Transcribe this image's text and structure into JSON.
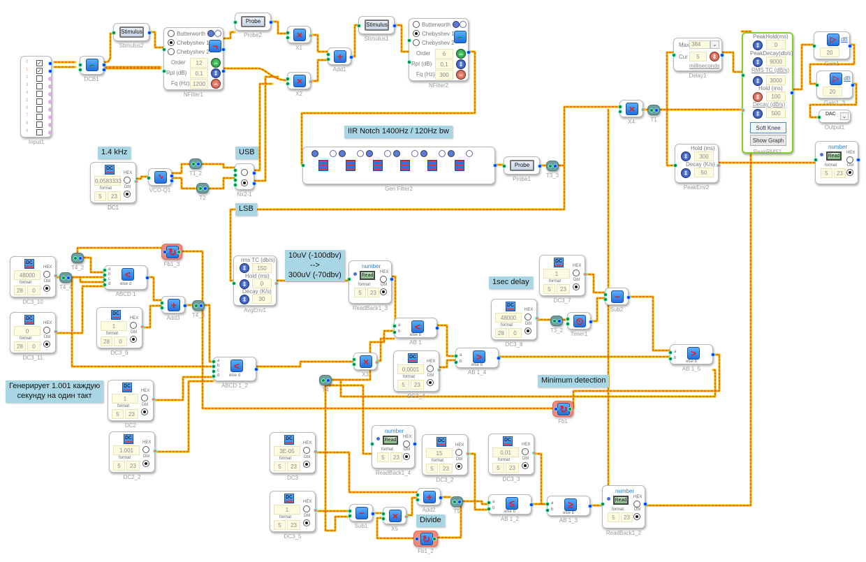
{
  "notes": {
    "iir_notch": "IIR Notch 1400Hz / 120Hz bw",
    "freq": "1.4 kHz",
    "usb": "USB",
    "lsb": "LSB",
    "range": "10uV (-100dbv)\n-->\n300uV (-70dbv)",
    "delay": "1sec delay",
    "min_detect": "Minimum detection",
    "russian": "Генерирует 1.001 каждую\nсекунду на один такт",
    "divide": "Divide"
  },
  "input1": {
    "name": "Input1",
    "channels": [
      "0",
      "1",
      "2",
      "3",
      "4",
      "5",
      "6",
      "7",
      "8",
      "9"
    ],
    "checked": [
      true,
      true,
      false,
      false,
      false,
      false,
      false,
      false,
      false,
      false
    ]
  },
  "dcb1": {
    "name": "DCB1"
  },
  "stimulus2": {
    "name": "Stimulus2",
    "label": "Stimulus"
  },
  "stimulus1": {
    "name": "Stimulus1",
    "label": "Stimulus"
  },
  "nfilter1": {
    "name": "NFilter1",
    "types": [
      "Butterworth",
      "Chebyshev 1",
      "Chebyshev 2"
    ],
    "selected": 1,
    "order_label": "Order",
    "order": "12",
    "rpl_label": "Rpl (dB)",
    "rpl": "0,1",
    "fq_label": "Fq (Hz)",
    "fq": "1200"
  },
  "nfilter2": {
    "name": "NFilter2",
    "types": [
      "Butterworth",
      "Chebyshev 1",
      "Chebyshev 2"
    ],
    "selected": 1,
    "order_label": "Order",
    "order": "6",
    "rpl_label": "Rpl (dB)",
    "rpl": "0,1",
    "fq_label": "Fq (Hz)",
    "fq": "300"
  },
  "probe2": {
    "name": "Probe2",
    "label": "Probe"
  },
  "probe1": {
    "name": "Probe1",
    "label": "Probe"
  },
  "x1": {
    "name": "X1"
  },
  "x2": {
    "name": "X2"
  },
  "x3": {
    "name": "X3"
  },
  "x4": {
    "name": "X4"
  },
  "x5": {
    "name": "X5"
  },
  "add1": {
    "name": "Add1"
  },
  "add2": {
    "name": "Add2"
  },
  "add3": {
    "name": "Add3"
  },
  "sub1": {
    "name": "Sub1"
  },
  "sub2": {
    "name": "Sub2"
  },
  "delay1": {
    "name": "Delay1",
    "max_label": "Max",
    "max": "384",
    "cur_label": "Cur",
    "cur": "5",
    "unit": "milliseconds"
  },
  "peakrms1": {
    "name": "PeakRMS1",
    "peak_hold_label": "PeakHold(ms)",
    "peak_hold": "0",
    "peak_decay_label": "PeakDecay(db/s)",
    "peak_decay": "9000",
    "rms_tc_label": "RMS TC (dB/s)",
    "rms_tc": "3000",
    "hold_label": "Hold (ms)",
    "hold": "100",
    "decay_label": "Decay (dB/s)",
    "decay": "500",
    "soft_knee": "Soft Knee",
    "show_graph": "Show Graph"
  },
  "gain1": {
    "name": "Gain1",
    "value": "20",
    "unit": "dB"
  },
  "gain1_3": {
    "name": "Gain1_3",
    "value": "20",
    "unit": "dB"
  },
  "output1": {
    "name": "Output1",
    "value": "DAC"
  },
  "t1": {
    "name": "T1"
  },
  "t1_2": {
    "name": "T1_2"
  },
  "t2": {
    "name": "T2"
  },
  "t3_2": {
    "name": "T3_2"
  },
  "t3_3": {
    "name": "T3_3"
  },
  "t4": {
    "name": "T4"
  },
  "t4_2": {
    "name": "T4_2"
  },
  "t4_3": {
    "name": "T4_3"
  },
  "t4_4": {
    "name": "T4_4"
  },
  "t5": {
    "name": "T5"
  },
  "dc1": {
    "name": "DC1",
    "value": "0,0583333",
    "f1": "5",
    "f2": "23",
    "hex": "HEX",
    "dbl": "Dbl",
    "format": "format"
  },
  "vco": {
    "name": "VCO-Q1"
  },
  "nx2": {
    "name": "Nx2-1"
  },
  "genfilter2": {
    "name": "Gen Filter2",
    "stages": 6
  },
  "peakenv2": {
    "name": "PeakEnv2",
    "hold_label": "Hold (ms)",
    "hold": "300",
    "decay_label": "Decay (K/s)",
    "decay": "50"
  },
  "readback_tr": {
    "name": "",
    "title": "number",
    "read": "Read",
    "f1": "5",
    "f2": "23",
    "hex": "HEX",
    "dbl": "Dbl",
    "format": "format"
  },
  "avgenv1": {
    "name": "AvgEnv1",
    "rms_label": "rms TC (db/s)",
    "rms": "150",
    "hold_label": "Hold (ms)",
    "hold": "0",
    "decay_label": "Decay (K/s)",
    "decay": "30"
  },
  "readback1_3": {
    "name": "ReadBack1_3",
    "title": "number",
    "read": "Read",
    "f1": "5",
    "f2": "23",
    "hex": "HEX",
    "dbl": "Dbl",
    "format": "format"
  },
  "readback1_4": {
    "name": "ReadBack1_4",
    "title": "number",
    "read": "Read",
    "f1": "5",
    "f2": "23",
    "hex": "HEX",
    "dbl": "Dbl",
    "format": "format"
  },
  "readback1_2": {
    "name": "ReadBack1_2",
    "title": "number",
    "read": "Read",
    "f1": "5",
    "f2": "23",
    "hex": "HEX",
    "dbl": "Dbl",
    "format": "format"
  },
  "dc3_10": {
    "name": "DC3_10",
    "value": "48000",
    "f1": "28",
    "f2": "0",
    "hex": "HEX",
    "dbl": "Dbl",
    "format": "format"
  },
  "dc3_11": {
    "name": "DC3_11",
    "value": "0",
    "f1": "28",
    "f2": "0",
    "hex": "HEX",
    "dbl": "Dbl",
    "format": "format"
  },
  "dc3_9": {
    "name": "DC3_9",
    "value": "1",
    "f1": "28",
    "f2": "0",
    "hex": "HEX",
    "dbl": "Dbl",
    "format": "format"
  },
  "dc2": {
    "name": "DC2",
    "value": "1",
    "f1": "5",
    "f2": "23",
    "hex": "HEX",
    "dbl": "Dbl",
    "format": "format"
  },
  "dc2_2": {
    "name": "DC2_2",
    "value": "1.001",
    "f1": "5",
    "f2": "23",
    "hex": "HEX",
    "dbl": "Dbl",
    "format": "format"
  },
  "dc3_7": {
    "name": "DC3_7",
    "value": "1",
    "f1": "5",
    "f2": "23",
    "hex": "HEX",
    "dbl": "Dbl",
    "format": "format"
  },
  "dc3_8": {
    "name": "DC3_8",
    "value": "48000",
    "f1": "28",
    "f2": "0",
    "hex": "HEX",
    "dbl": "Dbl",
    "format": "format"
  },
  "dc3_4": {
    "name": "DC3_4",
    "value": "0,0001",
    "f1": "5",
    "f2": "23",
    "hex": "HEX",
    "dbl": "Dbl",
    "format": "format"
  },
  "dc3": {
    "name": "DC3",
    "value": "3E-05",
    "f1": "5",
    "f2": "23",
    "hex": "HEX",
    "dbl": "Dbl",
    "format": "format"
  },
  "dc3_2": {
    "name": "DC3_2",
    "value": "15",
    "f1": "5",
    "f2": "23",
    "hex": "HEX",
    "dbl": "Dbl",
    "format": "format"
  },
  "dc3_3": {
    "name": "DC3_3",
    "value": "0.01",
    "f1": "5",
    "f2": "23",
    "hex": "HEX",
    "dbl": "Dbl",
    "format": "format"
  },
  "dc3_5": {
    "name": "DC3_5",
    "value": "1",
    "f1": "5",
    "f2": "23",
    "hex": "HEX",
    "dbl": "Dbl",
    "format": "format"
  },
  "abcd1": {
    "name": "ABCD 1",
    "ports": [
      "a",
      "b",
      "c",
      "d"
    ],
    "cond": "a",
    "then": "b<c",
    "else": "else d"
  },
  "abcd1_2": {
    "name": "ABCD 1_2",
    "ports": [
      "a",
      "b",
      "c",
      "d"
    ],
    "cond": "a",
    "then": "b<c",
    "else": "else d"
  },
  "ab1": {
    "name": "AB 1",
    "ports": [
      "a",
      "b"
    ],
    "else": "else b"
  },
  "ab1_4": {
    "name": "AB 1_4",
    "ports": [
      "a",
      "b"
    ],
    "else": "else b"
  },
  "ab1_5": {
    "name": "AB 1_5",
    "ports": [
      "a",
      "b"
    ],
    "else": "else b"
  },
  "ab1_2": {
    "name": "AB 1_2",
    "ports": [
      "a",
      "b"
    ],
    "else": "else b"
  },
  "ab1_3": {
    "name": "AB 1_3",
    "ports": [
      "a",
      "b"
    ],
    "else": "else b"
  },
  "timer1": {
    "name": "Timer1"
  },
  "fb1": {
    "name": "Fb1"
  },
  "fb1_2": {
    "name": "Fb1_2"
  },
  "fb1_3": {
    "name": "Fb1_3"
  },
  "colors": {
    "wire": "#f7c600",
    "wire_dash": "#d42020",
    "note_bg": "#a9d6e5",
    "highlight": "#7ed321",
    "feedback": "#f28b7a"
  }
}
